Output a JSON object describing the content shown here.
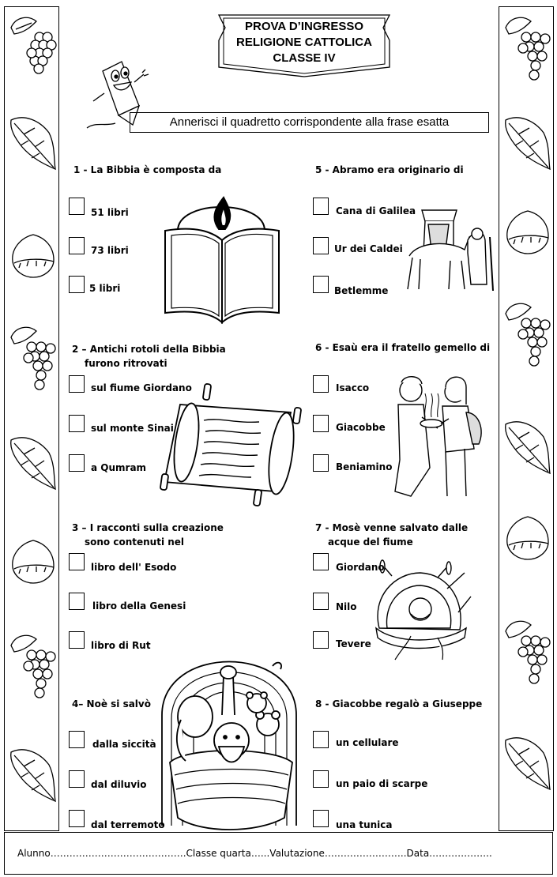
{
  "title": {
    "line1": "PROVA D’INGRESSO",
    "line2": "RELIGIONE CATTOLICA",
    "line3": "CLASSE IV"
  },
  "instruction": "Annerisci il quadretto corrispondente alla frase esatta",
  "questions": [
    {
      "line1": "1 - La Bibbia è composta da",
      "line2": "",
      "options": [
        "51 libri",
        "73 libri",
        "5 libri"
      ]
    },
    {
      "line1": "2 – Antichi rotoli della Bibbia",
      "line2": "furono ritrovati",
      "options": [
        "sul fiume Giordano",
        "sul  monte Sinai",
        "a Qumram"
      ]
    },
    {
      "line1": "3 – I racconti sulla creazione",
      "line2": "sono contenuti nel",
      "options": [
        "libro dell' Esodo",
        "libro della Genesi",
        "libro di Rut"
      ]
    },
    {
      "line1": "4– Noè si salvò",
      "line2": "",
      "options": [
        "dalla siccità",
        "dal diluvio",
        "dal terremoto"
      ]
    },
    {
      "line1": "5 - Abramo era originario di",
      "line2": "",
      "options": [
        "Cana di Galilea",
        "Ur dei Caldei",
        "Betlemme"
      ]
    },
    {
      "line1": "6 - Esaù era il fratello gemello di",
      "line2": "",
      "options": [
        "Isacco",
        "Giacobbe",
        "Beniamino"
      ]
    },
    {
      "line1": "7 - Mosè venne salvato dalle",
      "line2": "acque del fiume",
      "options": [
        "Giordano",
        "Nilo",
        "Tevere"
      ]
    },
    {
      "line1": "8 - Giacobbe regalò a Giuseppe",
      "line2": "",
      "options": [
        "un cellulare",
        "un paio di scarpe",
        "una tunica"
      ]
    }
  ],
  "footer": "Alunno…………………………………….Classe quarta…...Valutazione……………………..Data……………….."
}
